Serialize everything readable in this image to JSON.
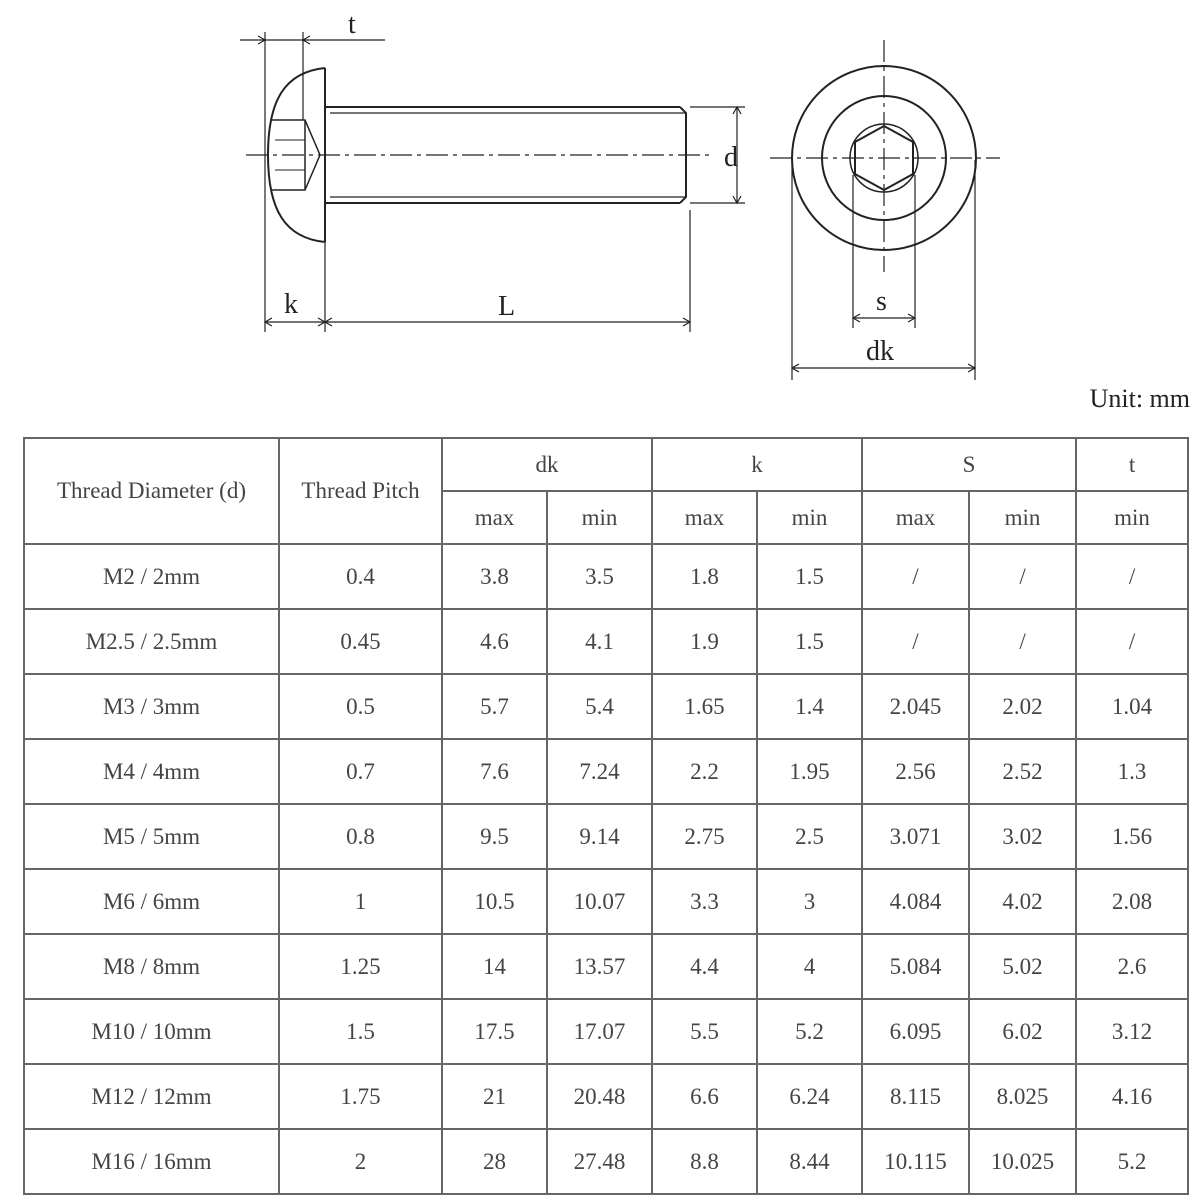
{
  "drawing": {
    "labels": {
      "t": "t",
      "k": "k",
      "L": "L",
      "d": "d",
      "s": "s",
      "dk": "dk"
    }
  },
  "unit": "Unit: mm",
  "table": {
    "headers": {
      "thread_diameter": "Thread Diameter (d)",
      "thread_pitch": "Thread Pitch",
      "dk": "dk",
      "k": "k",
      "s": "S",
      "t": "t"
    },
    "subheaders": [
      "max",
      "min",
      "max",
      "min",
      "max",
      "min",
      "min"
    ],
    "rows": [
      [
        "M2 / 2mm",
        "0.4",
        "3.8",
        "3.5",
        "1.8",
        "1.5",
        "/",
        "/",
        "/"
      ],
      [
        "M2.5 / 2.5mm",
        "0.45",
        "4.6",
        "4.1",
        "1.9",
        "1.5",
        "/",
        "/",
        "/"
      ],
      [
        "M3 / 3mm",
        "0.5",
        "5.7",
        "5.4",
        "1.65",
        "1.4",
        "2.045",
        "2.02",
        "1.04"
      ],
      [
        "M4 / 4mm",
        "0.7",
        "7.6",
        "7.24",
        "2.2",
        "1.95",
        "2.56",
        "2.52",
        "1.3"
      ],
      [
        "M5 / 5mm",
        "0.8",
        "9.5",
        "9.14",
        "2.75",
        "2.5",
        "3.071",
        "3.02",
        "1.56"
      ],
      [
        "M6 / 6mm",
        "1",
        "10.5",
        "10.07",
        "3.3",
        "3",
        "4.084",
        "4.02",
        "2.08"
      ],
      [
        "M8 / 8mm",
        "1.25",
        "14",
        "13.57",
        "4.4",
        "4",
        "5.084",
        "5.02",
        "2.6"
      ],
      [
        "M10 / 10mm",
        "1.5",
        "17.5",
        "17.07",
        "5.5",
        "5.2",
        "6.095",
        "6.02",
        "3.12"
      ],
      [
        "M12 / 12mm",
        "1.75",
        "21",
        "20.48",
        "6.6",
        "6.24",
        "8.115",
        "8.025",
        "4.16"
      ],
      [
        "M16 / 16mm",
        "2",
        "28",
        "27.48",
        "8.8",
        "8.44",
        "10.115",
        "10.025",
        "5.2"
      ]
    ]
  }
}
